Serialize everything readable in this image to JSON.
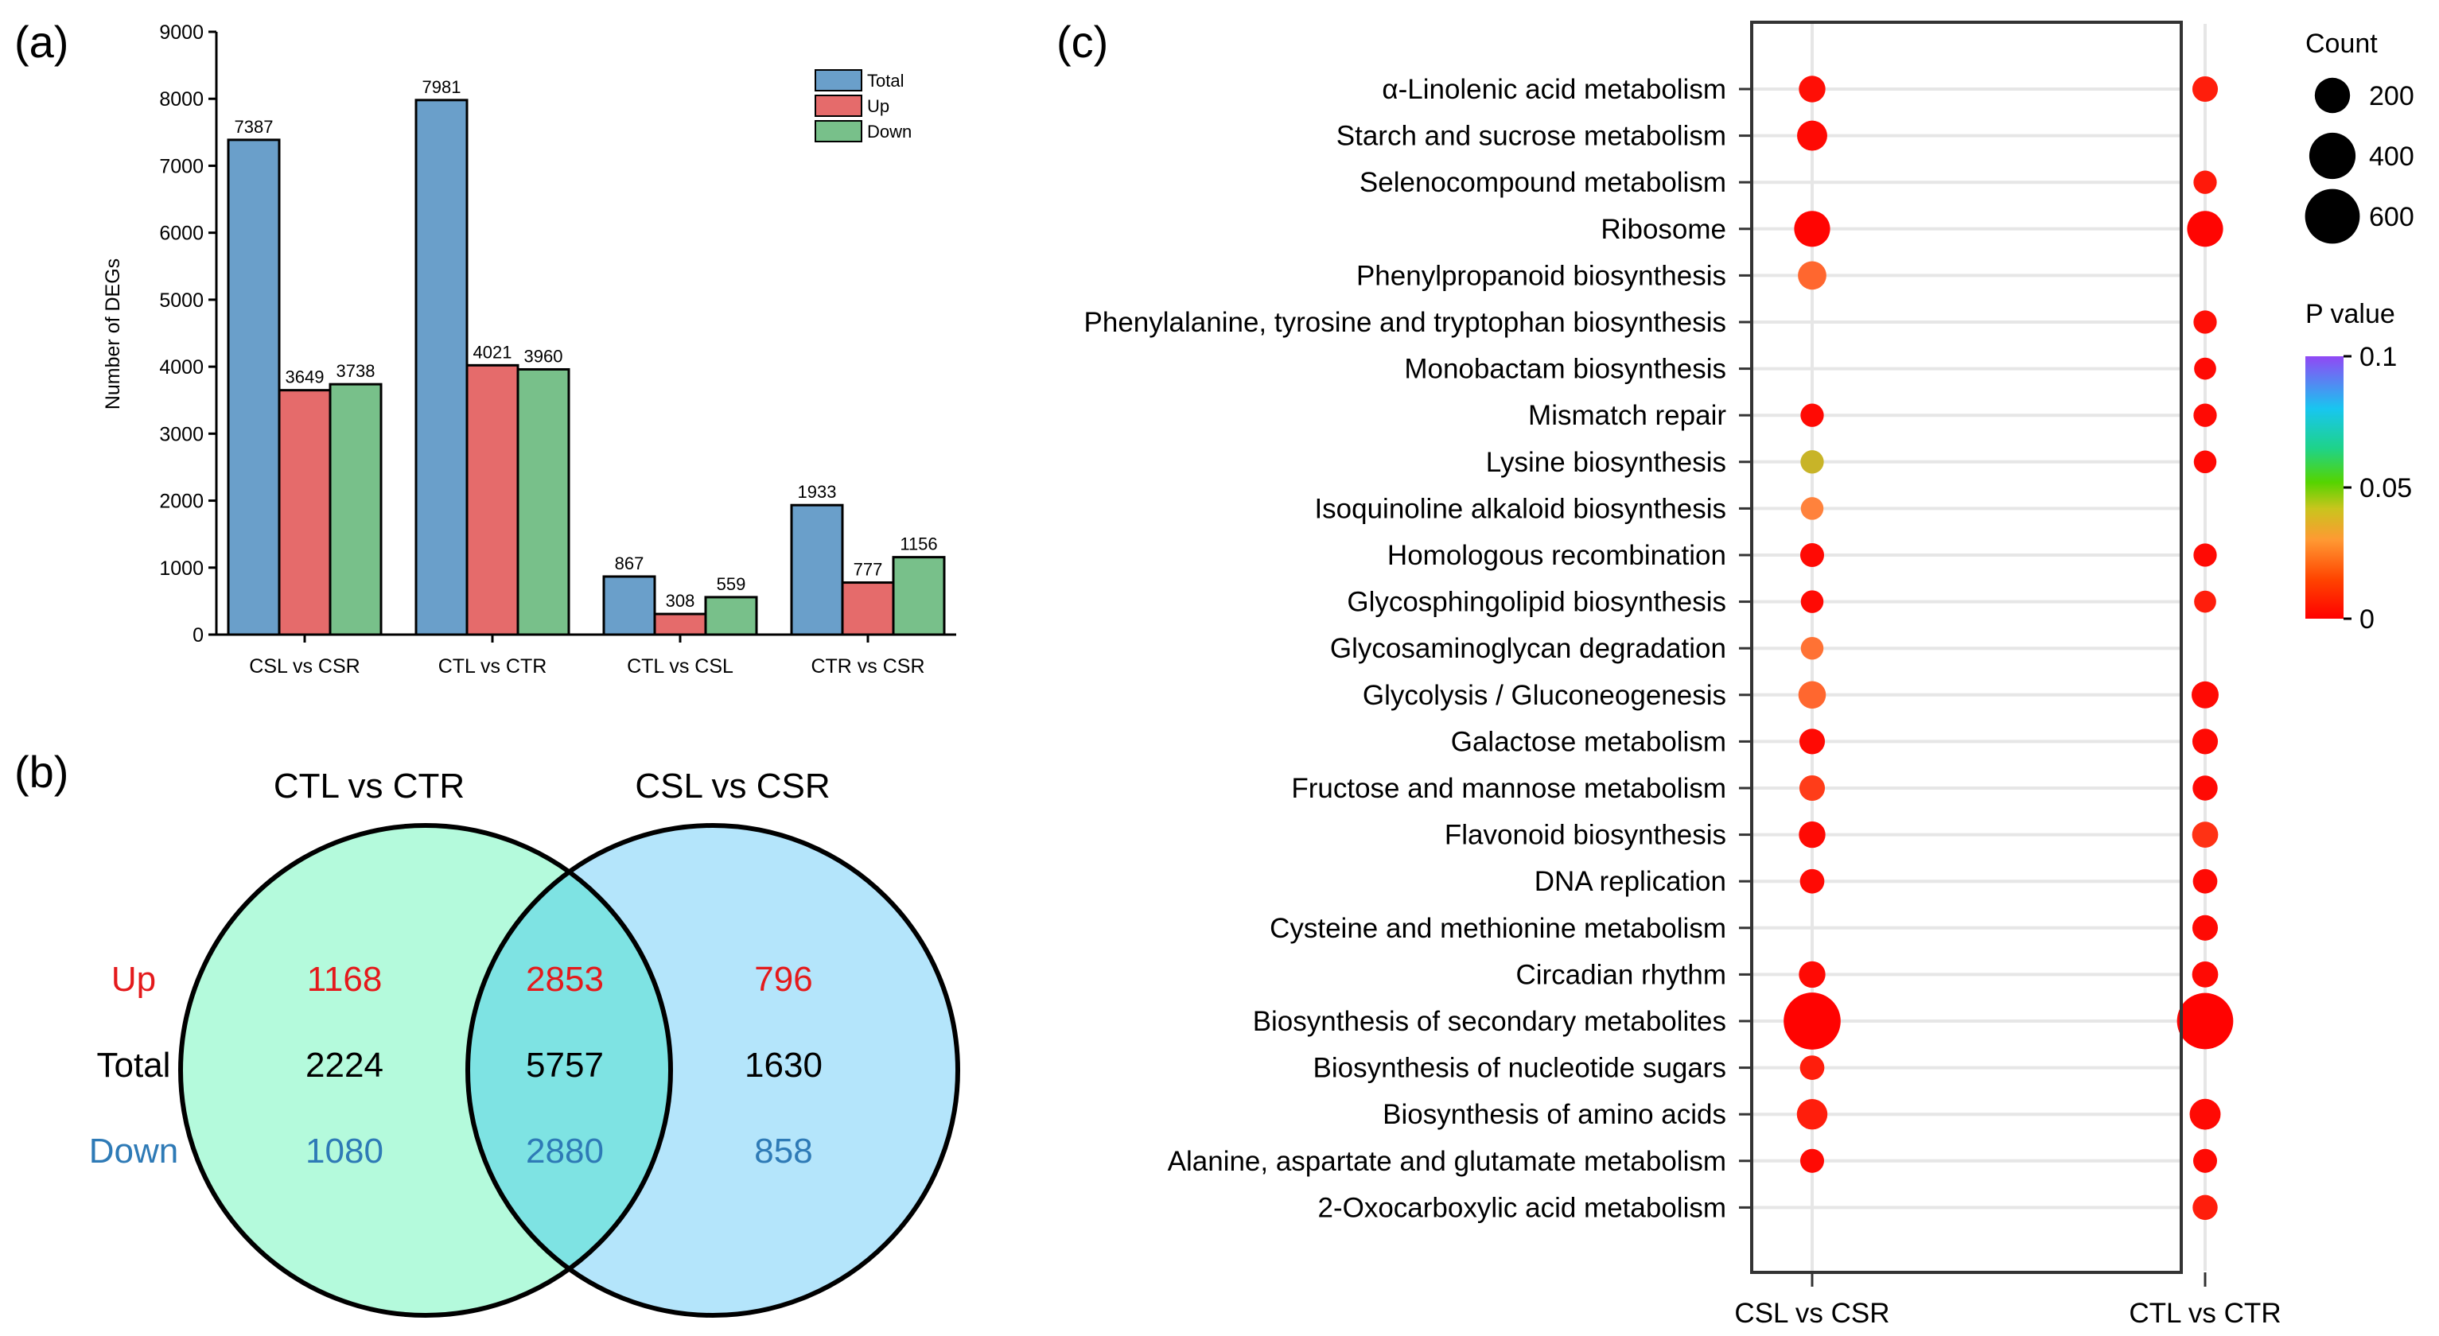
{
  "panels": {
    "a": "(a)",
    "b": "(b)",
    "c": "(c)"
  },
  "colors": {
    "total": "#6a9fca",
    "up": "#e56b6b",
    "down": "#78c08a",
    "venn_left": "#b4fadc",
    "venn_right": "#b4e5fb",
    "venn_overlap": "#7ee3e3",
    "up_text": "#e41a1c",
    "down_text": "#2e7ab6"
  },
  "chart_data": [
    {
      "type": "bar",
      "categories": [
        "CSL vs CSR",
        "CTL vs CTR",
        "CTL vs CSL",
        "CTR vs CSR"
      ],
      "series": [
        {
          "name": "Total",
          "values": [
            7387,
            7981,
            867,
            1933
          ]
        },
        {
          "name": "Up",
          "values": [
            3649,
            4021,
            308,
            777
          ]
        },
        {
          "name": "Down",
          "values": [
            3738,
            3960,
            559,
            1156
          ]
        }
      ],
      "ylabel": "Number of DEGs",
      "ylim": [
        0,
        9000
      ],
      "yticks": [
        0,
        1000,
        2000,
        3000,
        4000,
        5000,
        6000,
        7000,
        8000,
        9000
      ],
      "legend_position": "top-right",
      "grid": false
    },
    {
      "type": "venn",
      "sets": [
        "CTL vs CTR",
        "CSL vs CSR"
      ],
      "row_labels": [
        "Up",
        "Total",
        "Down"
      ],
      "regions": {
        "left_only": {
          "Up": 1168,
          "Total": 2224,
          "Down": 1080
        },
        "both": {
          "Up": 2853,
          "Total": 5757,
          "Down": 2880
        },
        "right_only": {
          "Up": 796,
          "Total": 1630,
          "Down": 858
        }
      }
    },
    {
      "type": "scatter",
      "x_categories": [
        "CSL vs CSR",
        "CTL vs CTR"
      ],
      "y_categories": [
        "α-Linolenic acid metabolism",
        "Starch and sucrose metabolism",
        "Selenocompound metabolism",
        "Ribosome",
        "Phenylpropanoid biosynthesis",
        "Phenylalanine, tyrosine and tryptophan biosynthesis",
        "Monobactam biosynthesis",
        "Mismatch repair",
        "Lysine biosynthesis",
        "Isoquinoline alkaloid biosynthesis",
        "Homologous recombination",
        "Glycosphingolipid biosynthesis",
        "Glycosaminoglycan degradation",
        "Glycolysis / Gluconeogenesis",
        "Galactose metabolism",
        "Fructose and mannose metabolism",
        "Flavonoid biosynthesis",
        "DNA replication",
        "Cysteine and methionine metabolism",
        "Circadian rhythm",
        "Biosynthesis of secondary metabolites",
        "Biosynthesis of nucleotide sugars",
        "Biosynthesis of amino acids",
        "Alanine, aspartate and glutamate metabolism",
        "2-Oxocarboxylic acid metabolism"
      ],
      "points": [
        {
          "pathway": "α-Linolenic acid metabolism",
          "group": "CSL vs CSR",
          "count": 90,
          "p": 0.003
        },
        {
          "pathway": "α-Linolenic acid metabolism",
          "group": "CTL vs CTR",
          "count": 80,
          "p": 0.006
        },
        {
          "pathway": "Starch and sucrose metabolism",
          "group": "CSL vs CSR",
          "count": 130,
          "p": 0.002
        },
        {
          "pathway": "Selenocompound metabolism",
          "group": "CTL vs CTR",
          "count": 60,
          "p": 0.005
        },
        {
          "pathway": "Ribosome",
          "group": "CSL vs CSR",
          "count": 210,
          "p": 0.001
        },
        {
          "pathway": "Ribosome",
          "group": "CTL vs CTR",
          "count": 210,
          "p": 0.001
        },
        {
          "pathway": "Phenylpropanoid biosynthesis",
          "group": "CSL vs CSR",
          "count": 110,
          "p": 0.02
        },
        {
          "pathway": "Phenylalanine, tyrosine and tryptophan biosynthesis",
          "group": "CTL vs CTR",
          "count": 60,
          "p": 0.003
        },
        {
          "pathway": "Monobactam biosynthesis",
          "group": "CTL vs CTR",
          "count": 50,
          "p": 0.002
        },
        {
          "pathway": "Mismatch repair",
          "group": "CSL vs CSR",
          "count": 60,
          "p": 0.002
        },
        {
          "pathway": "Mismatch repair",
          "group": "CTL vs CTR",
          "count": 60,
          "p": 0.002
        },
        {
          "pathway": "Lysine biosynthesis",
          "group": "CSL vs CSR",
          "count": 60,
          "p": 0.045
        },
        {
          "pathway": "Lysine biosynthesis",
          "group": "CTL vs CTR",
          "count": 55,
          "p": 0.002
        },
        {
          "pathway": "Isoquinoline alkaloid biosynthesis",
          "group": "CSL vs CSR",
          "count": 55,
          "p": 0.025
        },
        {
          "pathway": "Homologous recombination",
          "group": "CSL vs CSR",
          "count": 65,
          "p": 0.002
        },
        {
          "pathway": "Homologous recombination",
          "group": "CTL vs CTR",
          "count": 60,
          "p": 0.002
        },
        {
          "pathway": "Glycosphingolipid biosynthesis",
          "group": "CSL vs CSR",
          "count": 55,
          "p": 0.002
        },
        {
          "pathway": "Glycosphingolipid biosynthesis",
          "group": "CTL vs CTR",
          "count": 50,
          "p": 0.006
        },
        {
          "pathway": "Glycosaminoglycan degradation",
          "group": "CSL vs CSR",
          "count": 55,
          "p": 0.022
        },
        {
          "pathway": "Glycolysis / Gluconeogenesis",
          "group": "CSL vs CSR",
          "count": 100,
          "p": 0.02
        },
        {
          "pathway": "Glycolysis / Gluconeogenesis",
          "group": "CTL vs CTR",
          "count": 95,
          "p": 0.002
        },
        {
          "pathway": "Galactose metabolism",
          "group": "CSL vs CSR",
          "count": 80,
          "p": 0.002
        },
        {
          "pathway": "Galactose metabolism",
          "group": "CTL vs CTR",
          "count": 80,
          "p": 0.002
        },
        {
          "pathway": "Fructose and mannose metabolism",
          "group": "CSL vs CSR",
          "count": 80,
          "p": 0.012
        },
        {
          "pathway": "Fructose and mannose metabolism",
          "group": "CTL vs CTR",
          "count": 75,
          "p": 0.002
        },
        {
          "pathway": "Flavonoid biosynthesis",
          "group": "CSL vs CSR",
          "count": 90,
          "p": 0.002
        },
        {
          "pathway": "Flavonoid biosynthesis",
          "group": "CTL vs CTR",
          "count": 85,
          "p": 0.01
        },
        {
          "pathway": "DNA replication",
          "group": "CSL vs CSR",
          "count": 70,
          "p": 0.002
        },
        {
          "pathway": "DNA replication",
          "group": "CTL vs CTR",
          "count": 70,
          "p": 0.002
        },
        {
          "pathway": "Cysteine and methionine metabolism",
          "group": "CTL vs CTR",
          "count": 80,
          "p": 0.002
        },
        {
          "pathway": "Circadian rhythm",
          "group": "CSL vs CSR",
          "count": 90,
          "p": 0.002
        },
        {
          "pathway": "Circadian rhythm",
          "group": "CTL vs CTR",
          "count": 85,
          "p": 0.002
        },
        {
          "pathway": "Biosynthesis of secondary metabolites",
          "group": "CSL vs CSR",
          "count": 660,
          "p": 0.0005
        },
        {
          "pathway": "Biosynthesis of secondary metabolites",
          "group": "CTL vs CTR",
          "count": 640,
          "p": 0.0005
        },
        {
          "pathway": "Biosynthesis of nucleotide sugars",
          "group": "CSL vs CSR",
          "count": 70,
          "p": 0.006
        },
        {
          "pathway": "Biosynthesis of amino acids",
          "group": "CSL vs CSR",
          "count": 135,
          "p": 0.006
        },
        {
          "pathway": "Biosynthesis of amino acids",
          "group": "CTL vs CTR",
          "count": 140,
          "p": 0.002
        },
        {
          "pathway": "Alanine, aspartate and glutamate metabolism",
          "group": "CSL vs CSR",
          "count": 65,
          "p": 0.002
        },
        {
          "pathway": "Alanine, aspartate and glutamate metabolism",
          "group": "CTL vs CTR",
          "count": 65,
          "p": 0.002
        },
        {
          "pathway": "2-Oxocarboxylic acid metabolism",
          "group": "CTL vs CTR",
          "count": 75,
          "p": 0.006
        }
      ],
      "size_legend_title": "Count",
      "size_legend_values": [
        200,
        400,
        600
      ],
      "color_legend_title": "P value",
      "color_legend_ticks": [
        "0.1",
        "0.05",
        "0"
      ],
      "color_range": [
        0,
        0.1
      ],
      "grid": true
    }
  ]
}
